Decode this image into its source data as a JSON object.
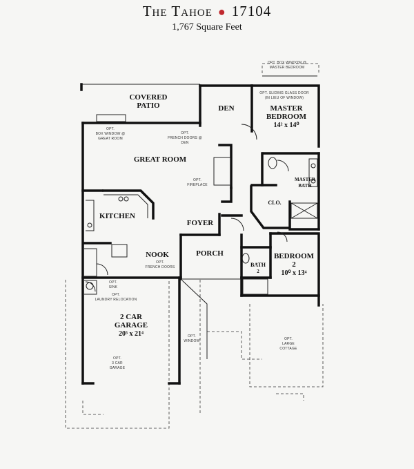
{
  "header": {
    "plan_name": "The Tahoe",
    "plan_number": "17104",
    "square_feet": "1,767 Square Feet",
    "accent_color": "#c0282d"
  },
  "rooms": {
    "covered_patio": [
      "COVERED",
      "PATIO"
    ],
    "den": "DEN",
    "master_bedroom": [
      "MASTER",
      "BEDROOM"
    ],
    "master_bedroom_size": "14² x 14⁰",
    "great_room": "GREAT ROOM",
    "kitchen": "KITCHEN",
    "foyer": "FOYER",
    "nook": "NOOK",
    "porch": "PORCH",
    "master_bath": [
      "MASTER",
      "BATH"
    ],
    "closet": "CLO.",
    "bath2": [
      "BATH",
      "2"
    ],
    "bedroom2": [
      "BEDROOM",
      "2"
    ],
    "bedroom2_size": "10⁰ x 13⁴",
    "garage": [
      "2 CAR",
      "GARAGE"
    ],
    "garage_size": "20⁵ x 21⁴"
  },
  "options": {
    "box_window_master": [
      "OPT. BOX WINDOW @",
      "MASTER BEDROOM"
    ],
    "sliding_door": [
      "OPT. SLIDING GLASS DOOR",
      "(IN LIEU OF WINDOW)"
    ],
    "box_window_great": [
      "OPT.",
      "BOX WINDOW @",
      "GREAT ROOM"
    ],
    "french_doors_den": [
      "OPT.",
      "FRENCH DOORS @",
      "DEN"
    ],
    "fireplace": [
      "OPT.",
      "FIREPLACE"
    ],
    "french_doors_nook": [
      "OPT.",
      "FRENCH DOORS"
    ],
    "sink": [
      "OPT.",
      "SINK"
    ],
    "laundry": [
      "OPT.",
      "LAUNDRY RELOCATION"
    ],
    "garage_window": [
      "OPT.",
      "WINDOW"
    ],
    "large_cottage": [
      "OPT.",
      "LARGE",
      "COTTAGE"
    ],
    "three_car_garage": [
      "OPT.",
      "3 CAR",
      "GARAGE"
    ]
  }
}
